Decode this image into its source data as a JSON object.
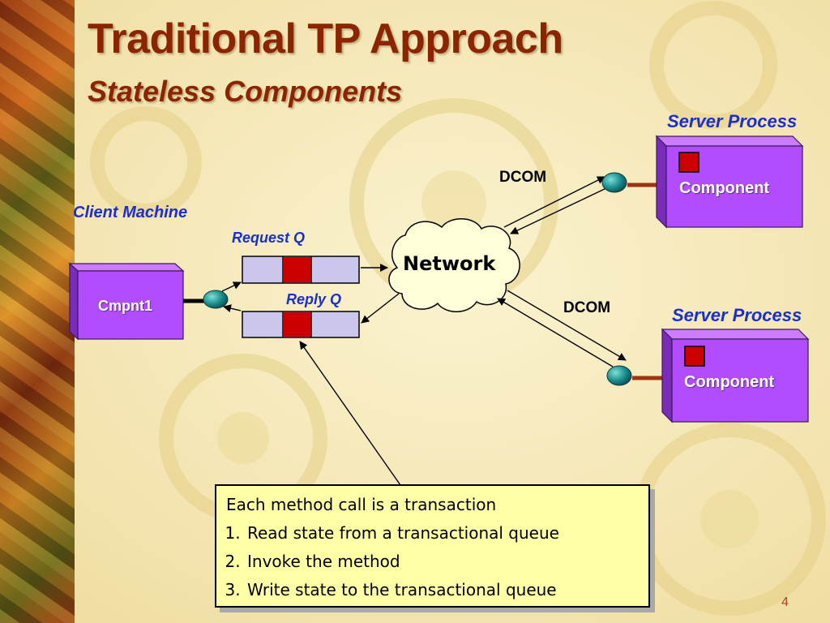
{
  "slide": {
    "title": "Traditional TP Approach",
    "subtitle": "Stateless Components",
    "page_number": "4"
  },
  "diagram": {
    "client": {
      "label": "Client Machine",
      "component": "Cmpnt1"
    },
    "queues": {
      "request": "Request Q",
      "reply": "Reply Q"
    },
    "network": "Network",
    "links": [
      "DCOM",
      "DCOM"
    ],
    "servers": [
      {
        "label": "Server Process",
        "component": "Component"
      },
      {
        "label": "Server Process",
        "component": "Component"
      }
    ]
  },
  "note": {
    "heading": "Each method call is a transaction",
    "items": [
      "Read state from a transactional queue",
      "Invoke the method",
      "Write state to the transactional queue"
    ]
  },
  "colors": {
    "title": "#8b2500",
    "label_blue": "#1a2fd0",
    "box_purple": "#b14dff",
    "queue_fill": "#ccc6ec",
    "queue_active": "#cc0000",
    "connector_teal": "#1a8c8c",
    "note_fill": "#ffffa8"
  }
}
